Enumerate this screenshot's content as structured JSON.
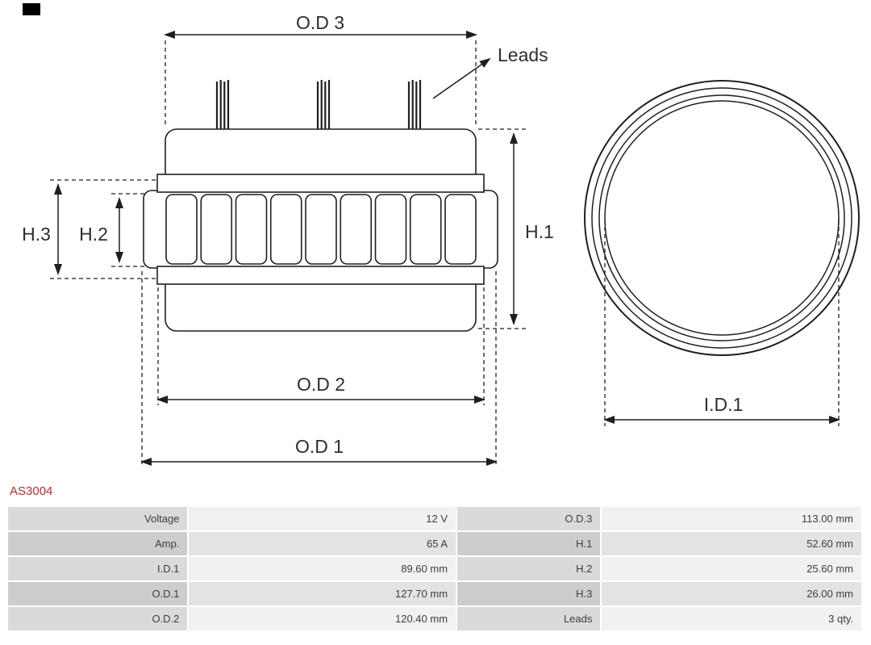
{
  "part_number": "AS3004",
  "accent_color": "#cc2229",
  "diagram": {
    "labels": {
      "od3": "O.D 3",
      "od2": "O.D 2",
      "od1": "O.D 1",
      "h1": "H.1",
      "h2": "H.2",
      "h3": "H.3",
      "leads": "Leads",
      "id1": "I.D.1"
    }
  },
  "table": {
    "rows": [
      {
        "label_left": "Voltage",
        "value_left": "12 V",
        "label_right": "O.D.3",
        "value_right": "113.00 mm"
      },
      {
        "label_left": "Amp.",
        "value_left": "65 A",
        "label_right": "H.1",
        "value_right": "52.60 mm"
      },
      {
        "label_left": "I.D.1",
        "value_left": "89.60 mm",
        "label_right": "H.2",
        "value_right": "25.60 mm"
      },
      {
        "label_left": "O.D.1",
        "value_left": "127.70 mm",
        "label_right": "H.3",
        "value_right": "26.00 mm"
      },
      {
        "label_left": "O.D.2",
        "value_left": "120.40 mm",
        "label_right": "Leads",
        "value_right": "3 qty."
      }
    ]
  }
}
